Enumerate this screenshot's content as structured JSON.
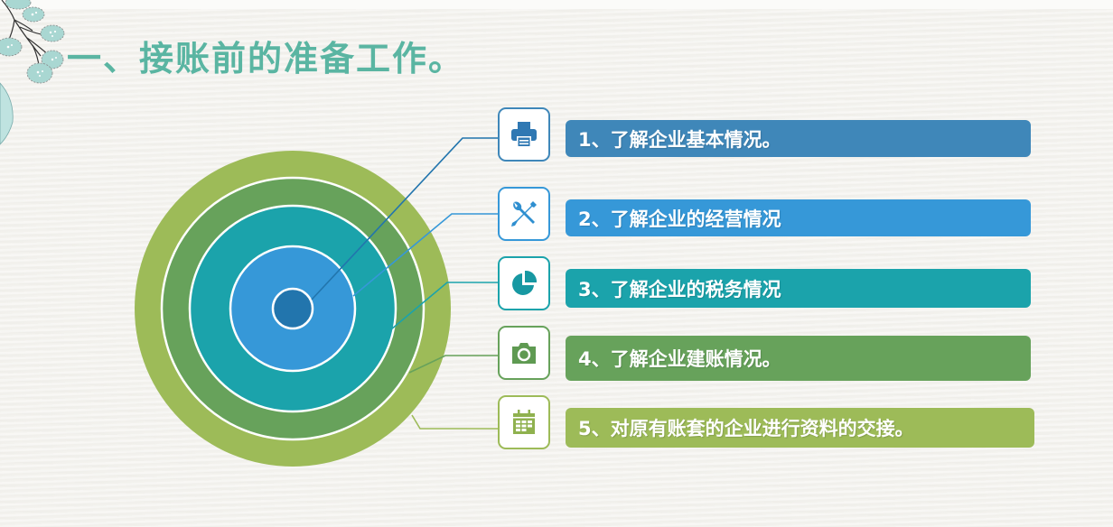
{
  "slide": {
    "title": "一、接账前的准备工作。"
  },
  "colors": {
    "title": "#5ab5a2",
    "ring_outer": "#9dbb58",
    "ring_2": "#67a25b",
    "ring_3": "#1ba3ab",
    "ring_4": "#3698d8",
    "ring_center": "#2275ad",
    "bar_1": "#3f87b9",
    "bar_2": "#3698d8",
    "bar_3": "#1ba3ab",
    "bar_4": "#67a25b",
    "bar_5": "#9dbb58"
  },
  "items": [
    {
      "number": "1",
      "label": "1、了解企业基本情况。",
      "icon": "printer-icon",
      "color": "#3f87b9"
    },
    {
      "number": "2",
      "label": "2、了解企业的经营情况",
      "icon": "tools-icon",
      "color": "#3698d8"
    },
    {
      "number": "3",
      "label": "3、了解企业的税务情况",
      "icon": "pie-chart-icon",
      "color": "#1ba3ab"
    },
    {
      "number": "4",
      "label": "4、了解企业建账情况。",
      "icon": "camera-icon",
      "color": "#67a25b"
    },
    {
      "number": "5",
      "label": "5、对原有账套的企业进行资料的交接。",
      "icon": "calendar-icon",
      "color": "#9dbb58"
    }
  ]
}
